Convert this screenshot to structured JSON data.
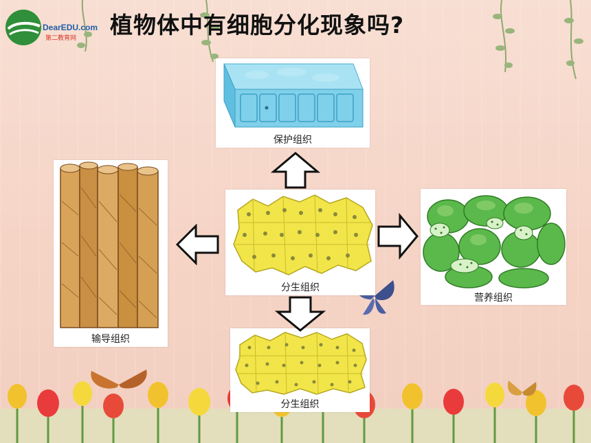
{
  "slide": {
    "logo_text": "DearEDU.com",
    "logo_sub": "第二教育网",
    "title": "植物体中有细胞分化现象吗?"
  },
  "panels": {
    "top": {
      "caption": "保护组织"
    },
    "left": {
      "caption": "输导组织"
    },
    "center": {
      "caption": "分生组织"
    },
    "right": {
      "caption": "营养组织"
    },
    "bottom": {
      "caption": "分生组织"
    }
  },
  "colors": {
    "background": "#f6d9cc",
    "protective": "#7fd0ea",
    "meristem": "#f2e54a",
    "nutritive": "#5ab94a",
    "conductive": "#d6a054"
  }
}
